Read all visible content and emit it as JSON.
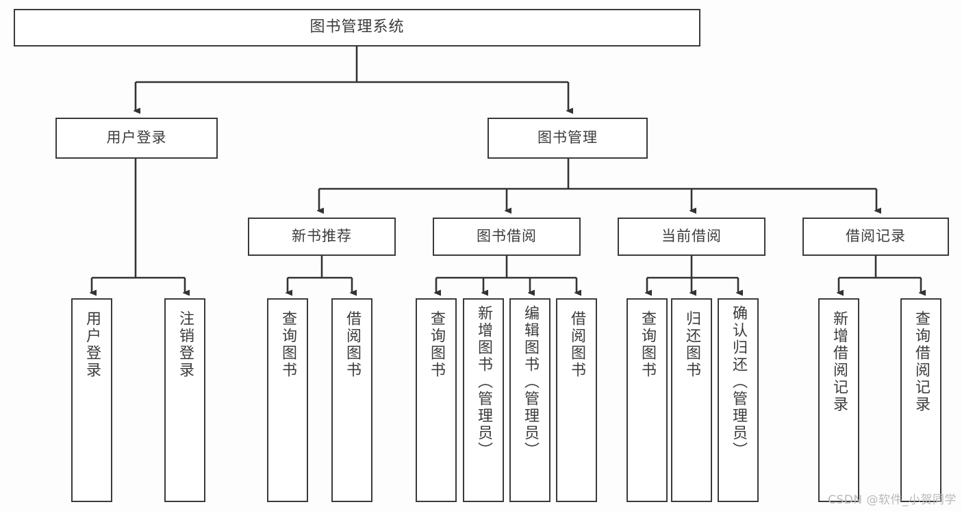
{
  "diagram": {
    "title": "图书管理系统",
    "type": "tree",
    "watermark": "CSDN @软件_小贺同学",
    "colors": {
      "background": "#fdfdfd",
      "box_fill": "#ffffff",
      "box_border": "#3a3a3a",
      "text": "#3c3c3c",
      "connector": "#333333",
      "watermark": "#b9b9b9"
    },
    "root": {
      "label": "图书管理系统"
    },
    "level2": [
      {
        "label": "用户登录"
      },
      {
        "label": "图书管理"
      }
    ],
    "level3": [
      {
        "label": "新书推荐"
      },
      {
        "label": "图书借阅"
      },
      {
        "label": "当前借阅"
      },
      {
        "label": "借阅记录"
      }
    ],
    "leaves": {
      "user_login": [
        {
          "label": "用户登录"
        },
        {
          "label": "注销登录"
        }
      ],
      "new_book_recommend": [
        {
          "label": "查询图书"
        },
        {
          "label": "借阅图书"
        }
      ],
      "book_borrow": [
        {
          "label": "查询图书"
        },
        {
          "label": "新增图书（管理员）"
        },
        {
          "label": "编辑图书（管理员）"
        },
        {
          "label": "借阅图书"
        }
      ],
      "current_borrow": [
        {
          "label": "查询图书"
        },
        {
          "label": "归还图书"
        },
        {
          "label": "确认归还（管理员）"
        }
      ],
      "borrow_record": [
        {
          "label": "新增借阅记录"
        },
        {
          "label": "查询借阅记录"
        }
      ]
    }
  }
}
